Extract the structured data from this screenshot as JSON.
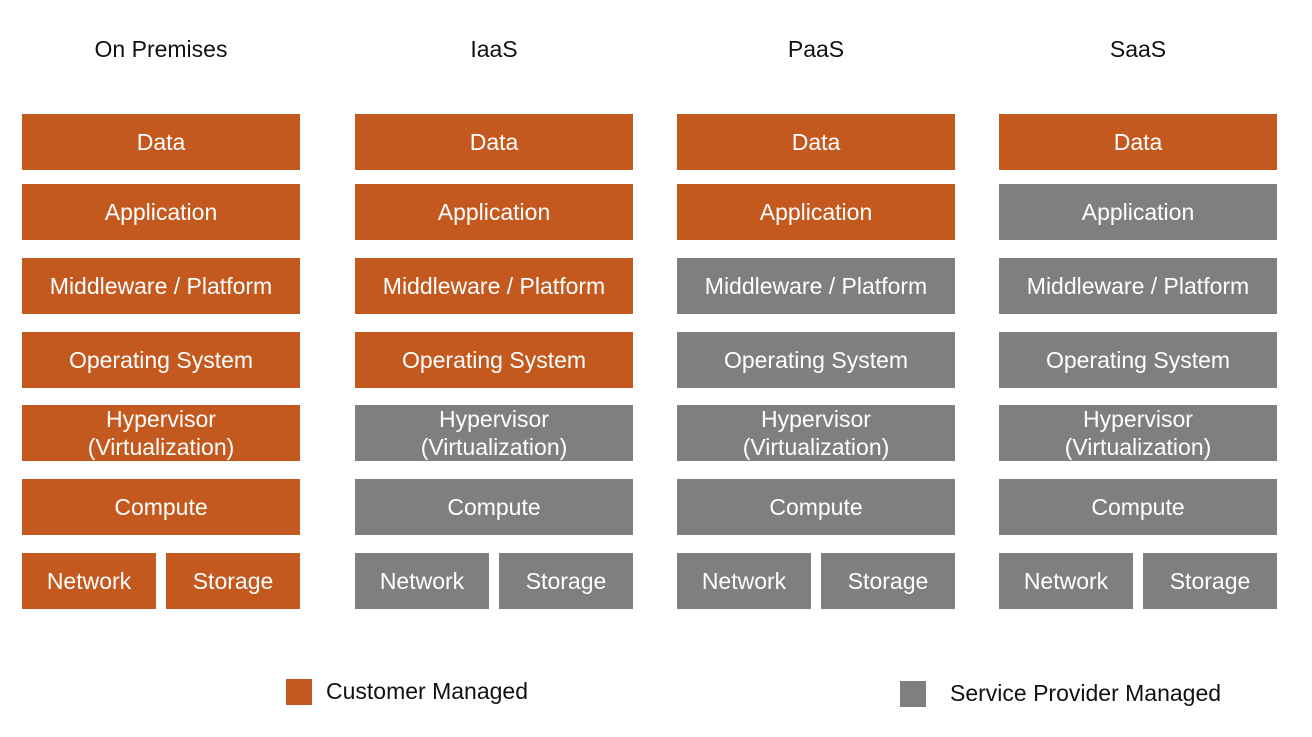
{
  "colors": {
    "customer": "#c4591f",
    "provider": "#7f7f7f"
  },
  "columns": [
    {
      "title": "On Premises",
      "layers": [
        {
          "label": "Data",
          "managed": "customer"
        },
        {
          "label": "Application",
          "managed": "customer"
        },
        {
          "label": "Middleware / Platform",
          "managed": "customer"
        },
        {
          "label": "Operating System",
          "managed": "customer"
        },
        {
          "label": "Hypervisor\n(Virtualization)",
          "managed": "customer"
        },
        {
          "label": "Compute",
          "managed": "customer"
        },
        {
          "label": "Network",
          "managed": "customer"
        },
        {
          "label": "Storage",
          "managed": "customer"
        }
      ]
    },
    {
      "title": "IaaS",
      "layers": [
        {
          "label": "Data",
          "managed": "customer"
        },
        {
          "label": "Application",
          "managed": "customer"
        },
        {
          "label": "Middleware / Platform",
          "managed": "customer"
        },
        {
          "label": "Operating System",
          "managed": "customer"
        },
        {
          "label": "Hypervisor\n(Virtualization)",
          "managed": "provider"
        },
        {
          "label": "Compute",
          "managed": "provider"
        },
        {
          "label": "Network",
          "managed": "provider"
        },
        {
          "label": "Storage",
          "managed": "provider"
        }
      ]
    },
    {
      "title": "PaaS",
      "layers": [
        {
          "label": "Data",
          "managed": "customer"
        },
        {
          "label": "Application",
          "managed": "customer"
        },
        {
          "label": "Middleware / Platform",
          "managed": "provider"
        },
        {
          "label": "Operating System",
          "managed": "provider"
        },
        {
          "label": "Hypervisor\n(Virtualization)",
          "managed": "provider"
        },
        {
          "label": "Compute",
          "managed": "provider"
        },
        {
          "label": "Network",
          "managed": "provider"
        },
        {
          "label": "Storage",
          "managed": "provider"
        }
      ]
    },
    {
      "title": "SaaS",
      "layers": [
        {
          "label": "Data",
          "managed": "customer"
        },
        {
          "label": "Application",
          "managed": "provider"
        },
        {
          "label": "Middleware / Platform",
          "managed": "provider"
        },
        {
          "label": "Operating System",
          "managed": "provider"
        },
        {
          "label": "Hypervisor\n(Virtualization)",
          "managed": "provider"
        },
        {
          "label": "Compute",
          "managed": "provider"
        },
        {
          "label": "Network",
          "managed": "provider"
        },
        {
          "label": "Storage",
          "managed": "provider"
        }
      ]
    }
  ],
  "legend": {
    "customer": "Customer Managed",
    "provider": "Service Provider Managed"
  }
}
